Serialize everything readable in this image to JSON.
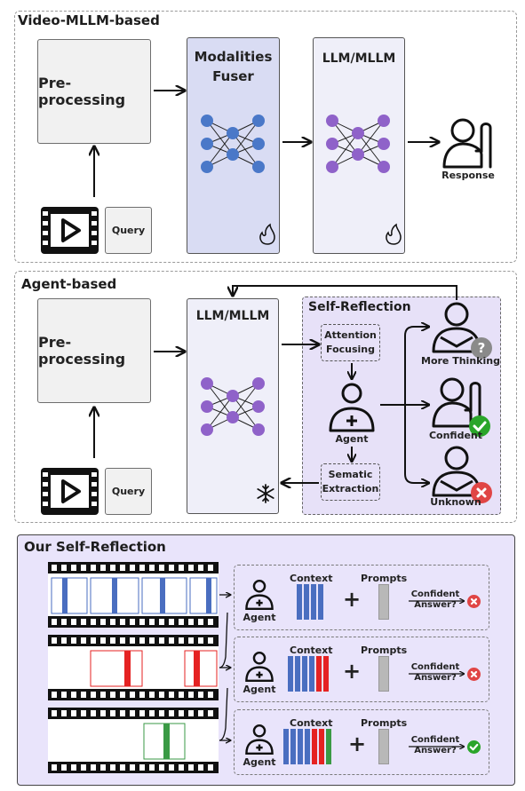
{
  "sections": {
    "video_mllm": {
      "title": "Video-MLLM-based",
      "preprocessing": "Pre-processing",
      "query": "Query",
      "fuser": "Modalities\nFuser",
      "llm": "LLM/MLLM",
      "response": "Response"
    },
    "agent": {
      "title": "Agent-based",
      "preprocessing": "Pre-processing",
      "query": "Query",
      "llm": "LLM/MLLM",
      "self_reflection": "Self-Reflection",
      "attention": "Attention\nFocusing",
      "agent": "Agent",
      "semantic": "Sematic\nExtraction",
      "more_thinking": "More Thinking",
      "confident": "Confident",
      "unknown": "Unknown"
    },
    "ours": {
      "title": "Our Self-Reflection",
      "rows": [
        {
          "agent": "Agent",
          "context": "Context",
          "prompts": "Prompts",
          "question": "Confident\nAnswer?"
        },
        {
          "agent": "Agent",
          "context": "Context",
          "prompts": "Prompts",
          "question": "Confident\nAnswer?"
        },
        {
          "agent": "Agent",
          "context": "Context",
          "prompts": "Prompts",
          "question": "Confident\nAnswer?"
        }
      ],
      "plus": "+"
    }
  },
  "colors": {
    "fuser_bg": "#d9dcf3",
    "neuron_blue": "#4a78c8",
    "neuron_purple": "#8f62c9",
    "ours_bg": "#e9e4fb",
    "reflect_bg": "#e7e1f8",
    "bar_blue": "#4a6ec0",
    "bar_red": "#e52222",
    "bar_green": "#3a9a45",
    "bar_grey": "#b8b8b8",
    "ok_green": "#2aa52a",
    "bad_red": "#e04545",
    "question_grey": "#8a8a8a"
  }
}
